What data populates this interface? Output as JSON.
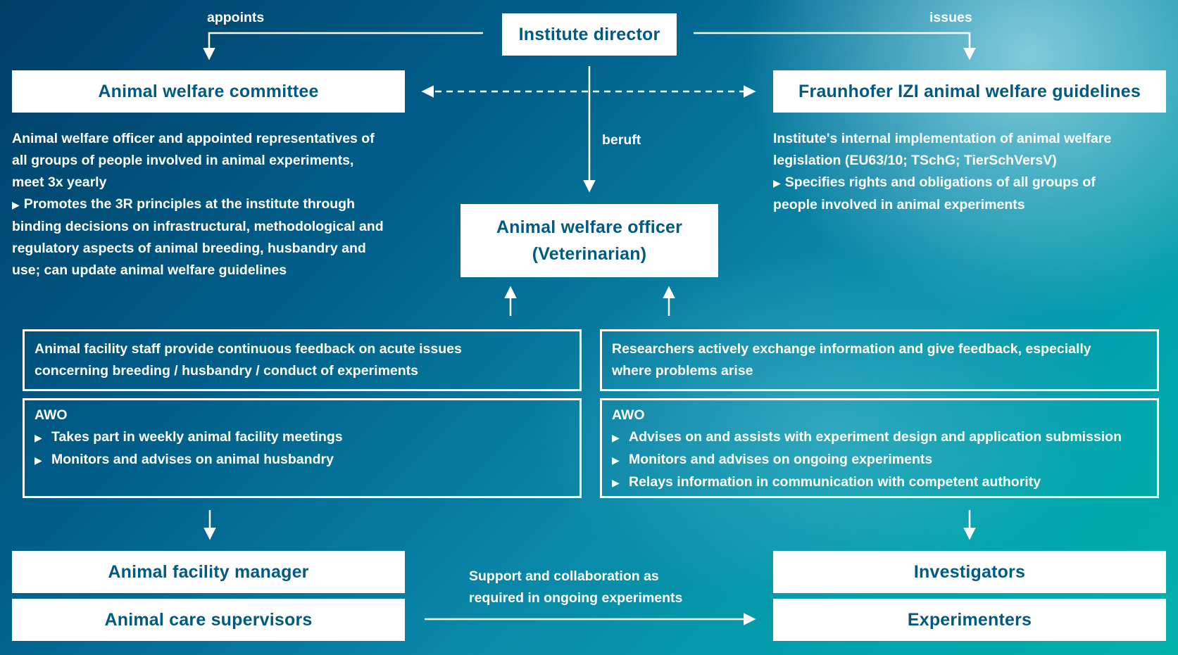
{
  "nodes": {
    "director": "Institute director",
    "committee": "Animal welfare committee",
    "guidelines": "Fraunhofer IZI animal welfare guidelines",
    "officer_line1": "Animal welfare officer",
    "officer_line2": "(Veterinarian)",
    "facility_manager": "Animal facility manager",
    "care_supervisors": "Animal care supervisors",
    "investigators": "Investigators",
    "experimenters": "Experimenters"
  },
  "labels": {
    "appoints": "appoints",
    "issues": "issues",
    "beruft": "beruft",
    "support_line1": "Support and collaboration as",
    "support_line2": "required in ongoing experiments"
  },
  "committee_desc": {
    "line1": "Animal welfare officer and appointed representatives of",
    "line2": "all groups of people involved in animal experiments,",
    "line3": "meet 3x yearly",
    "bullet_line1": "Promotes the 3R principles at the institute through",
    "bullet_line2": "binding decisions on infrastructural, methodological and",
    "bullet_line3": "regulatory aspects of animal breeding, husbandry and",
    "bullet_line4": "use; can update animal welfare guidelines"
  },
  "guidelines_desc": {
    "line1": "Institute's internal implementation of animal welfare",
    "line2": "legislation (EU63/10; TSchG; TierSchVersV)",
    "bullet_line1": "Specifies rights and obligations of all groups of",
    "bullet_line2": "people involved in animal experiments"
  },
  "facility_feedback": {
    "line1": "Animal facility staff provide continuous feedback on acute issues",
    "line2": "concerning breeding / husbandry / conduct of experiments"
  },
  "researcher_feedback": {
    "line1": "Researchers actively exchange information and give feedback, especially",
    "line2": "where problems arise"
  },
  "awo_facility": {
    "heading": "AWO",
    "items": [
      "Takes part in weekly animal facility meetings",
      "Monitors and advises on animal husbandry"
    ]
  },
  "awo_research": {
    "heading": "AWO",
    "items": [
      "Advises on and assists with experiment design and application submission",
      "Monitors and advises on ongoing experiments",
      "Relays information in communication with competent authority"
    ]
  },
  "bullet_glyph": "▶",
  "colors": {
    "box_text": "#005a82",
    "box_fill": "#ffffff",
    "bg_dark": "#003e66",
    "bg_light": "#00b0ab"
  }
}
